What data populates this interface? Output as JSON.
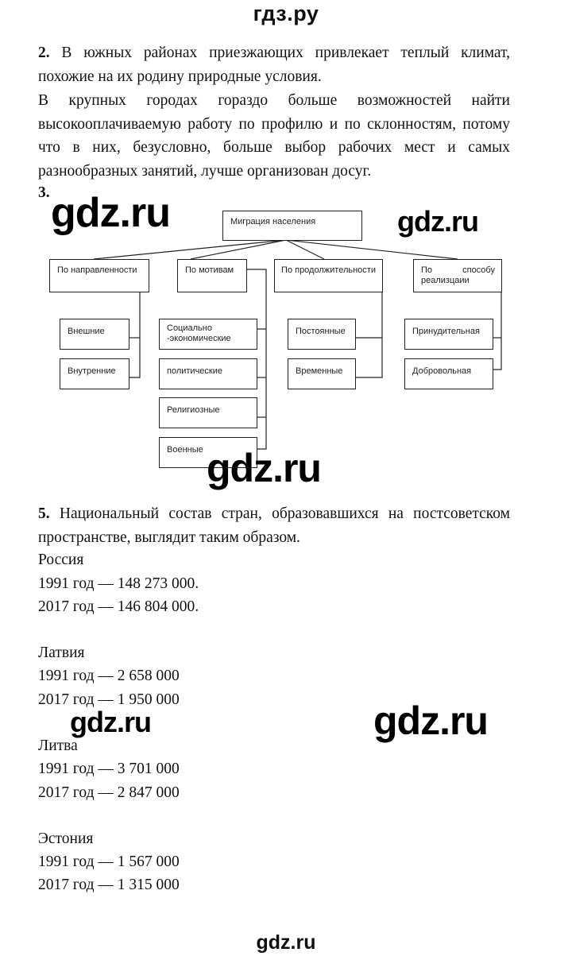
{
  "header": {
    "title": "гдз.ру"
  },
  "task2": {
    "number": "2.",
    "paragraph1": "В южных районах приезжающих привлекает теплый климат, похожие на их родину природные условия.",
    "paragraph2": "В крупных городах гораздо больше возможностей найти высокооплачиваемую работу по профилю и по склонностям, потому что в них, безусловно, больше выбор рабочих мест и самых разнообразных занятий, лучше организован досуг."
  },
  "task3": {
    "number": "3.",
    "diagram": {
      "root": "Миграция населения",
      "categories": [
        {
          "label": "По направленности",
          "children": [
            "Внешние",
            "Внутренние"
          ]
        },
        {
          "label": "По мотивам",
          "children": [
            "Социально -экономические",
            "политические",
            "Религиозные",
            "Военные"
          ]
        },
        {
          "label": "По продолжительности",
          "children": [
            "Постоянные",
            "Временные"
          ]
        },
        {
          "label": "По способу реализцаии",
          "children": [
            "Принудительная",
            "Добровольная"
          ]
        }
      ]
    }
  },
  "task5": {
    "number": "5.",
    "intro": "Национальный состав стран, образовавшихся на постсоветском пространстве, выглядит таким образом.",
    "countries": [
      {
        "name": "Россия",
        "y1991": "1991 год — 148 273 000.",
        "y2017": "2017 год — 146 804 000."
      },
      {
        "name": "Латвия",
        "y1991": "1991 год — 2 658 000",
        "y2017": "2017 год — 1 950 000"
      },
      {
        "name": "Литва",
        "y1991": "1991 год — 3 701 000",
        "y2017": "2017 год — 2 847 000"
      },
      {
        "name": "Эстония",
        "y1991": "1991 год — 1 567 000",
        "y2017": "2017 год — 1 315 000"
      }
    ]
  },
  "watermarks": [
    "gdz.ru",
    "gdz.ru",
    "gdz.ru",
    "gdz.ru",
    "gdz.ru"
  ],
  "footer": {
    "text": "gdz.ru"
  }
}
